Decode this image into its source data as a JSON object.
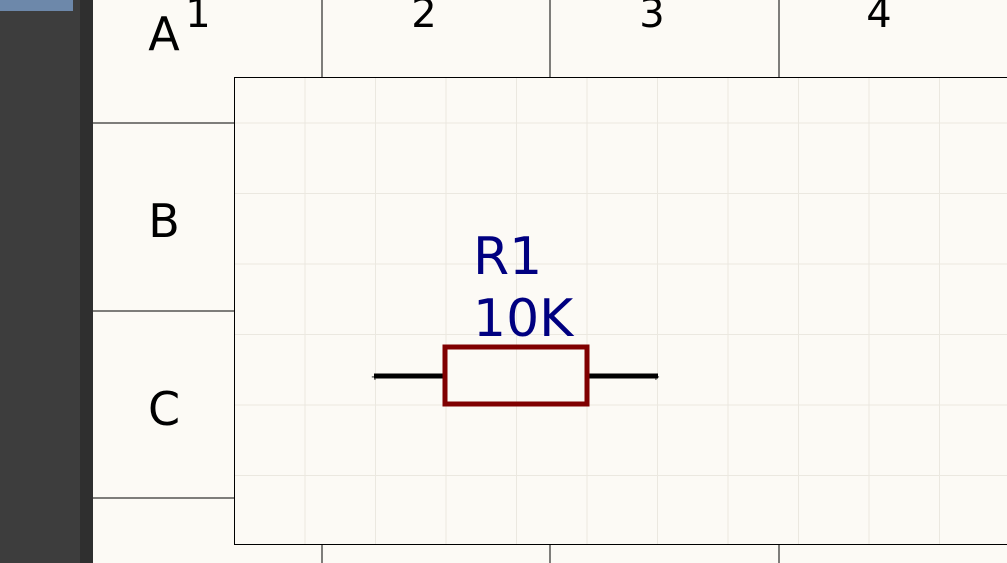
{
  "app": {
    "view": "schematic-sheet"
  },
  "sheet": {
    "column_labels": [
      "1",
      "2",
      "3",
      "4"
    ],
    "row_labels": [
      "A",
      "B",
      "C"
    ],
    "background_color": "#fcfaf5",
    "border_color": "#000000",
    "grid_color": "#ebe8e0"
  },
  "component": {
    "designator": "R1",
    "value": "10K",
    "symbol": "resistor",
    "body_color": "#800000",
    "lead_color": "#000000",
    "text_color": "#000080"
  },
  "side_panel": {
    "background_color": "#3d3d3d",
    "selection_color": "#6d88aa"
  }
}
